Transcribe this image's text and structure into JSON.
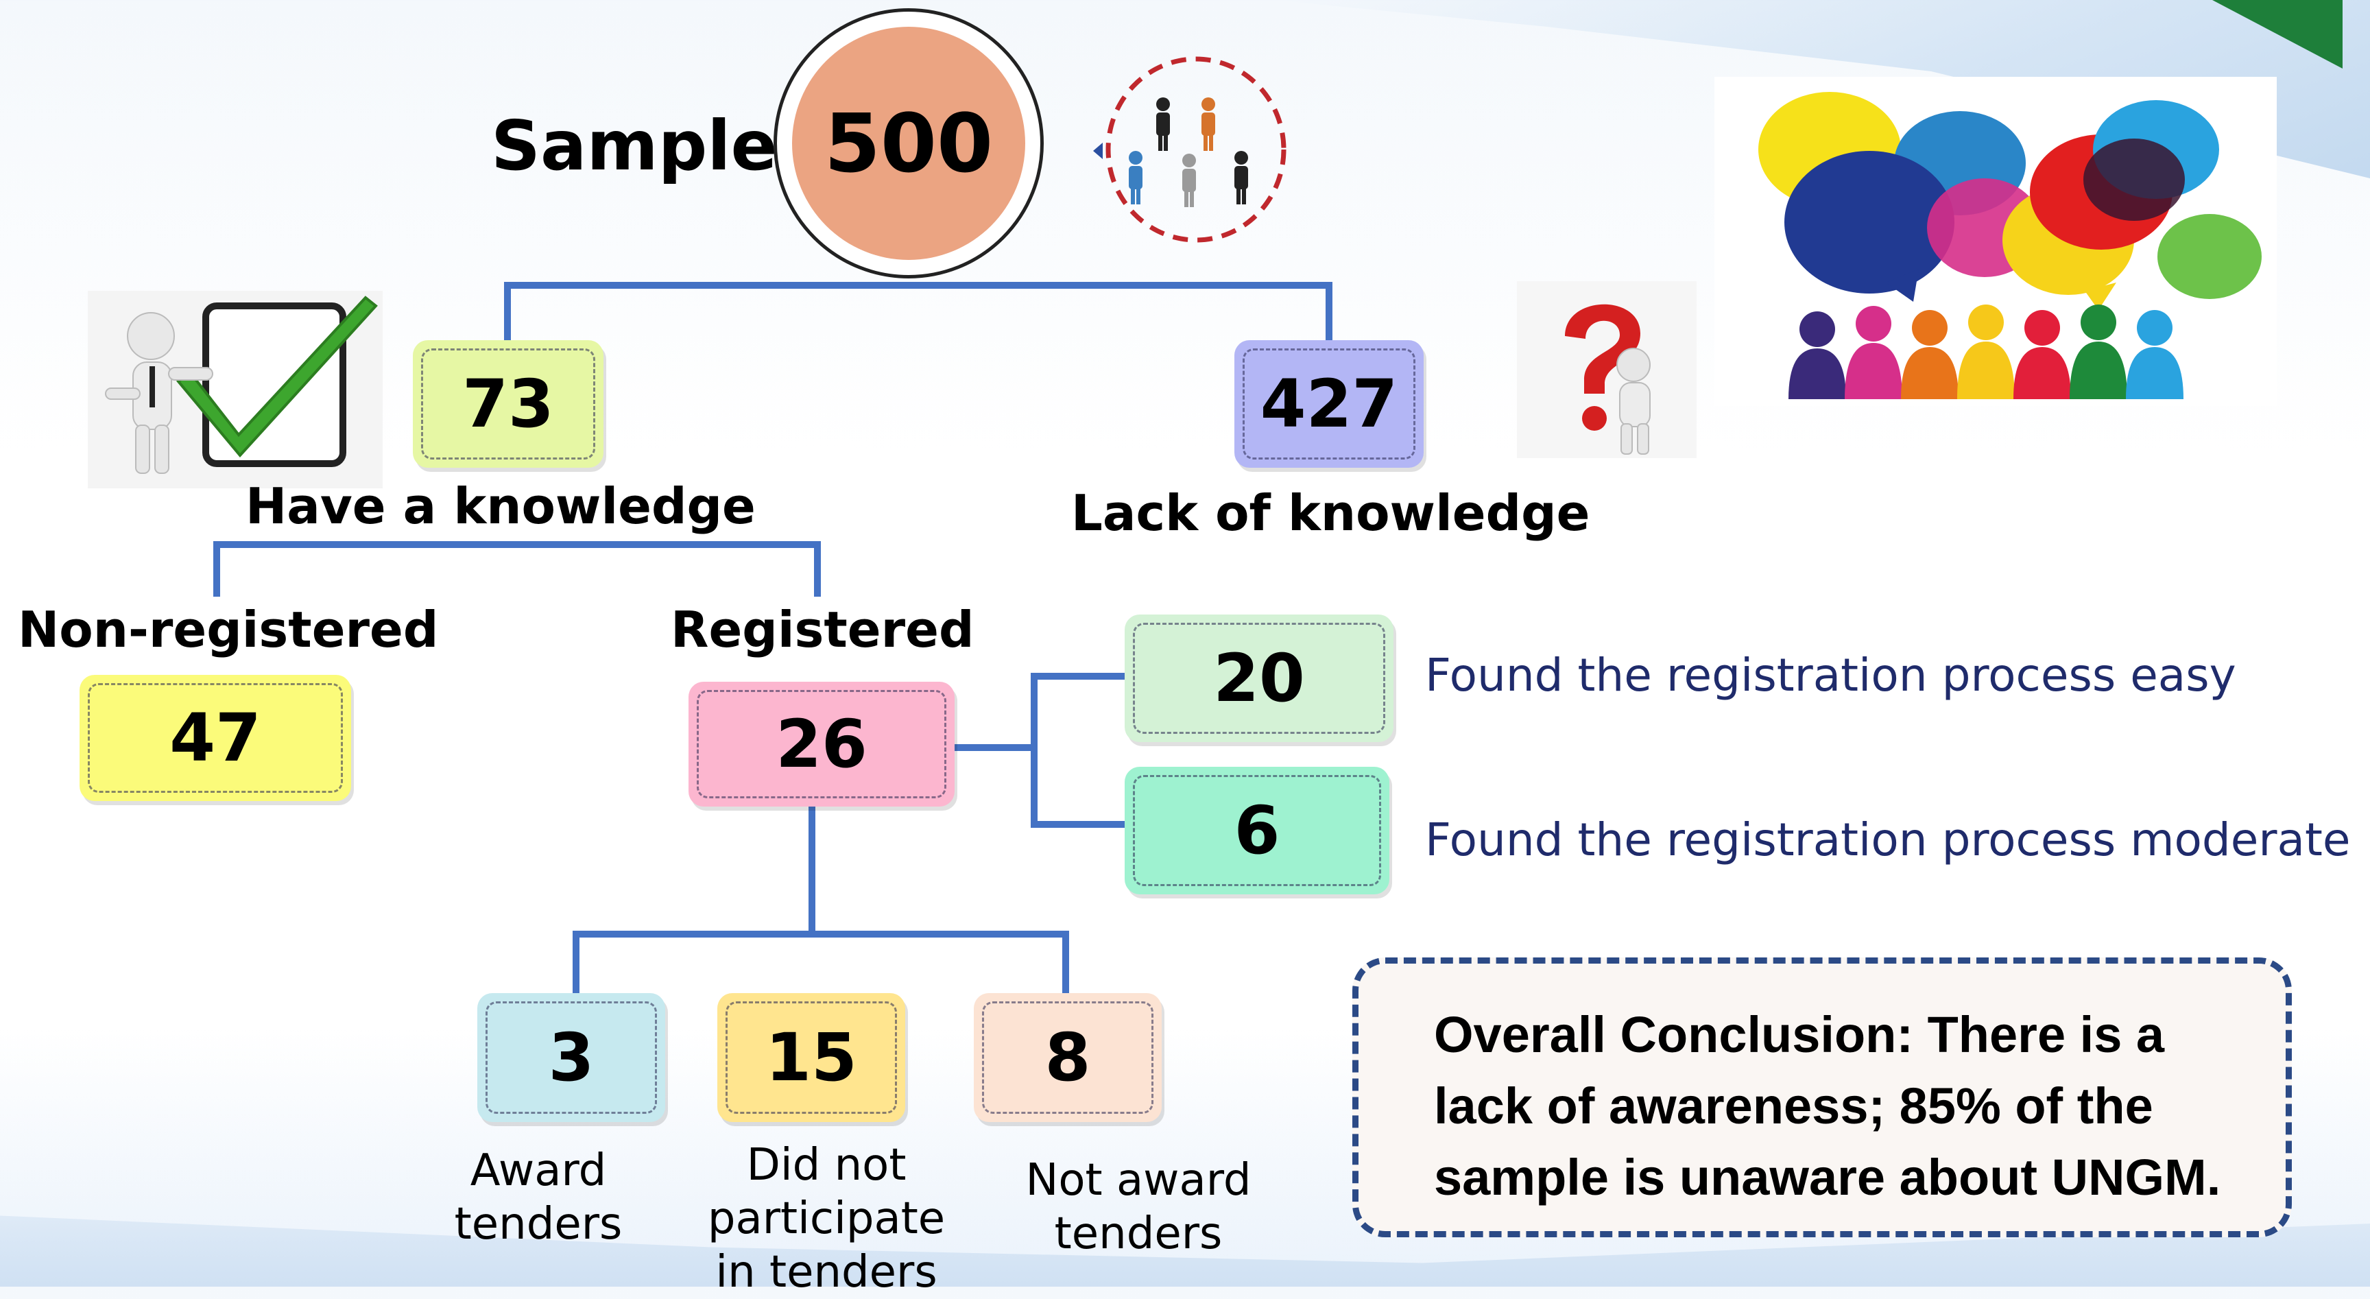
{
  "sample": {
    "label": "Sample",
    "value": "500"
  },
  "knowledge": {
    "have": {
      "value": "73",
      "label": "Have a knowledge",
      "color": "#e6f7a4"
    },
    "lack": {
      "value": "427",
      "label": "Lack of knowledge",
      "color": "#b3b6f5"
    }
  },
  "registration": {
    "non_registered": {
      "label": "Non-registered",
      "value": "47",
      "color": "#fbfb7a"
    },
    "registered": {
      "label": "Registered",
      "value": "26",
      "color": "#fcb6cf"
    }
  },
  "process": {
    "easy": {
      "value": "20",
      "text": "Found the registration process easy",
      "color": "#d4f2d6"
    },
    "moderate": {
      "value": "6",
      "text": "Found the registration process moderate",
      "color": "#9ef2d0"
    }
  },
  "tenders": [
    {
      "value": "3",
      "label_lines": [
        "Award",
        "tenders"
      ],
      "color": "#c6e9ef"
    },
    {
      "value": "15",
      "label_lines": [
        "Did not",
        "participate",
        "in tenders"
      ],
      "color": "#ffe58f"
    },
    {
      "value": "8",
      "label_lines": [
        "Not award",
        "tenders"
      ],
      "color": "#fce3d3"
    }
  ],
  "conclusion": {
    "lines": [
      "Overall Conclusion: There is a",
      "lack of awareness; 85% of the",
      "sample is unaware about UNGM."
    ]
  },
  "colors": {
    "connector": "#4472c4",
    "text_blue": "#1f2b6b",
    "dashed_red": "#c0282d"
  },
  "icons": [
    "people-group-icon",
    "checkmark-figure-icon",
    "question-figure-icon",
    "speech-bubbles-crowd-icon"
  ]
}
